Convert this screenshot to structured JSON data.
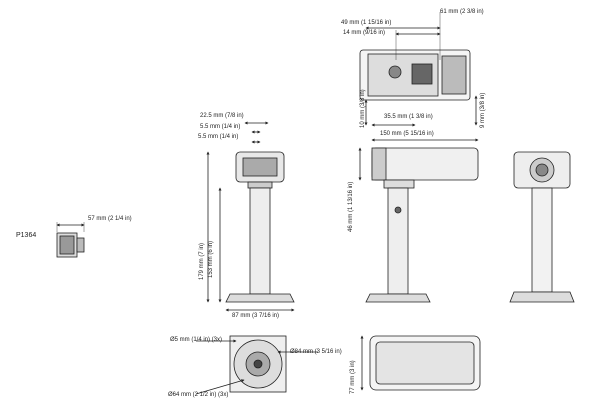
{
  "model": "P1364",
  "dims": {
    "small_width": "57 mm (2 1/4 in)",
    "top_49": "49 mm (1 15/16 in)",
    "top_61": "61 mm (2 3/8 in)",
    "top_14": "14 mm (9/16 in)",
    "top_10": "10 mm (3/8 in)",
    "top_35_5": "35.5 mm (1 3/8 in)",
    "top_9": "9 mm (3/8 in)",
    "front_22_5": "22.5 mm (7/8 in)",
    "front_5_5a": "5.5 mm (1/4 in)",
    "front_5_5b": "5.5 mm (1/4 in)",
    "front_179": "179 mm (7 in)",
    "front_153": "153 mm (6 in)",
    "front_87": "87 mm (3 7/16 in)",
    "side_150": "150 mm (5 15/16 in)",
    "side_46": "46 mm (1 13/16 in)",
    "bottom_d5": "Ø5 mm (1/4 in) (3x)",
    "bottom_d84": "Ø84 mm (3 5/16 in)",
    "bottom_d64": "Ø64 mm (2 1/2 in) (3x)",
    "bottom_77": "77 mm (3 in)"
  }
}
